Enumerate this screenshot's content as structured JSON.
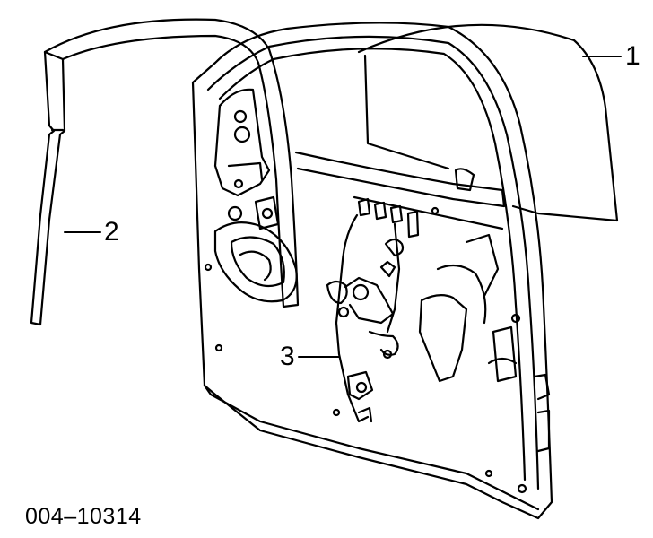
{
  "callouts": [
    {
      "label": "1"
    },
    {
      "label": "2"
    },
    {
      "label": "3"
    }
  ],
  "diagram_id": "004–10314"
}
